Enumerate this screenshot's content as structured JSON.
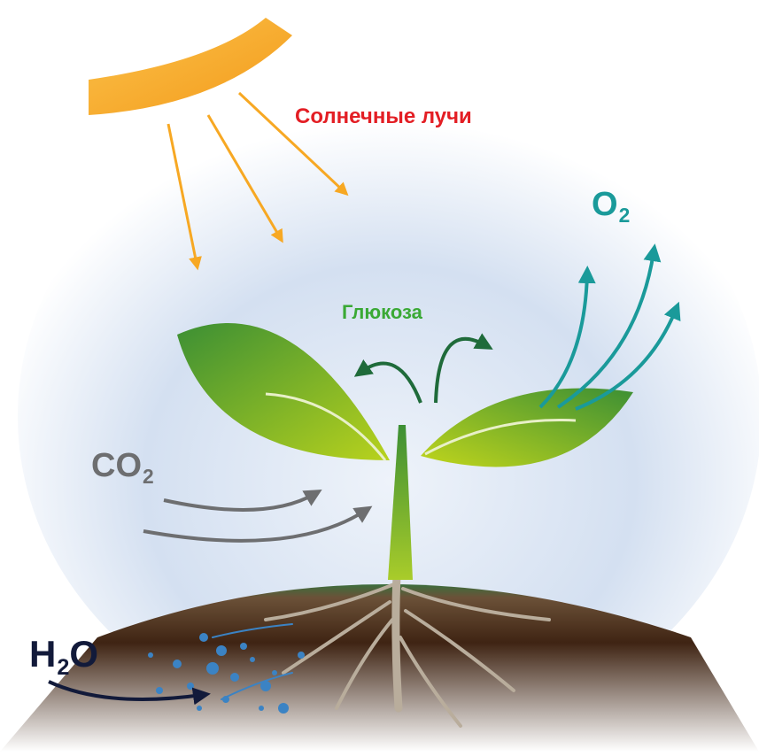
{
  "labels": {
    "sunlight": "Солнечные лучи",
    "glucose": "Глюкоза",
    "o2_main": "O",
    "o2_sub": "2",
    "co2_main": "CO",
    "co2_sub": "2",
    "h2o_h": "H",
    "h2o_sub": "2",
    "h2o_o": "O"
  },
  "colors": {
    "sunlight": "#e31e24",
    "sun": "#f7a823",
    "glucose": "#3aa935",
    "oxygen": "#1a9a9a",
    "carbon_dioxide": "#6d6e70",
    "water": "#121a3a",
    "leaf": "#5aa52f",
    "soil": "#4a2c17",
    "roots": "#b9ad9c",
    "water_drops": "#3b83c4"
  }
}
